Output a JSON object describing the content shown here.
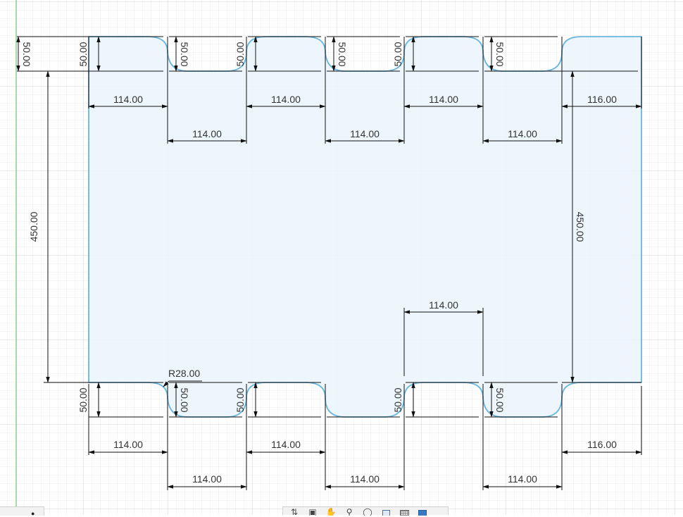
{
  "sketch": {
    "dimensions": {
      "tab_height": "50.00",
      "total_height": "450.00",
      "tab_width": "114.00",
      "end_tab_width": "116.00",
      "fillet_radius": "R28.00"
    }
  },
  "toolbar": {
    "nav_icons": [
      "orbit-icon",
      "look-at-icon",
      "pan-icon",
      "zoom-icon",
      "fit-icon",
      "display-settings-icon",
      "grid-settings-icon",
      "viewports-icon"
    ]
  },
  "colors": {
    "profile_outline": "#6ab6dc",
    "profile_fill": "#eaf5fb",
    "dimension_line": "#111111",
    "grid_minor": "#ececec",
    "grid_major": "#d8d8d8",
    "origin_axis": "#8cd08c"
  }
}
